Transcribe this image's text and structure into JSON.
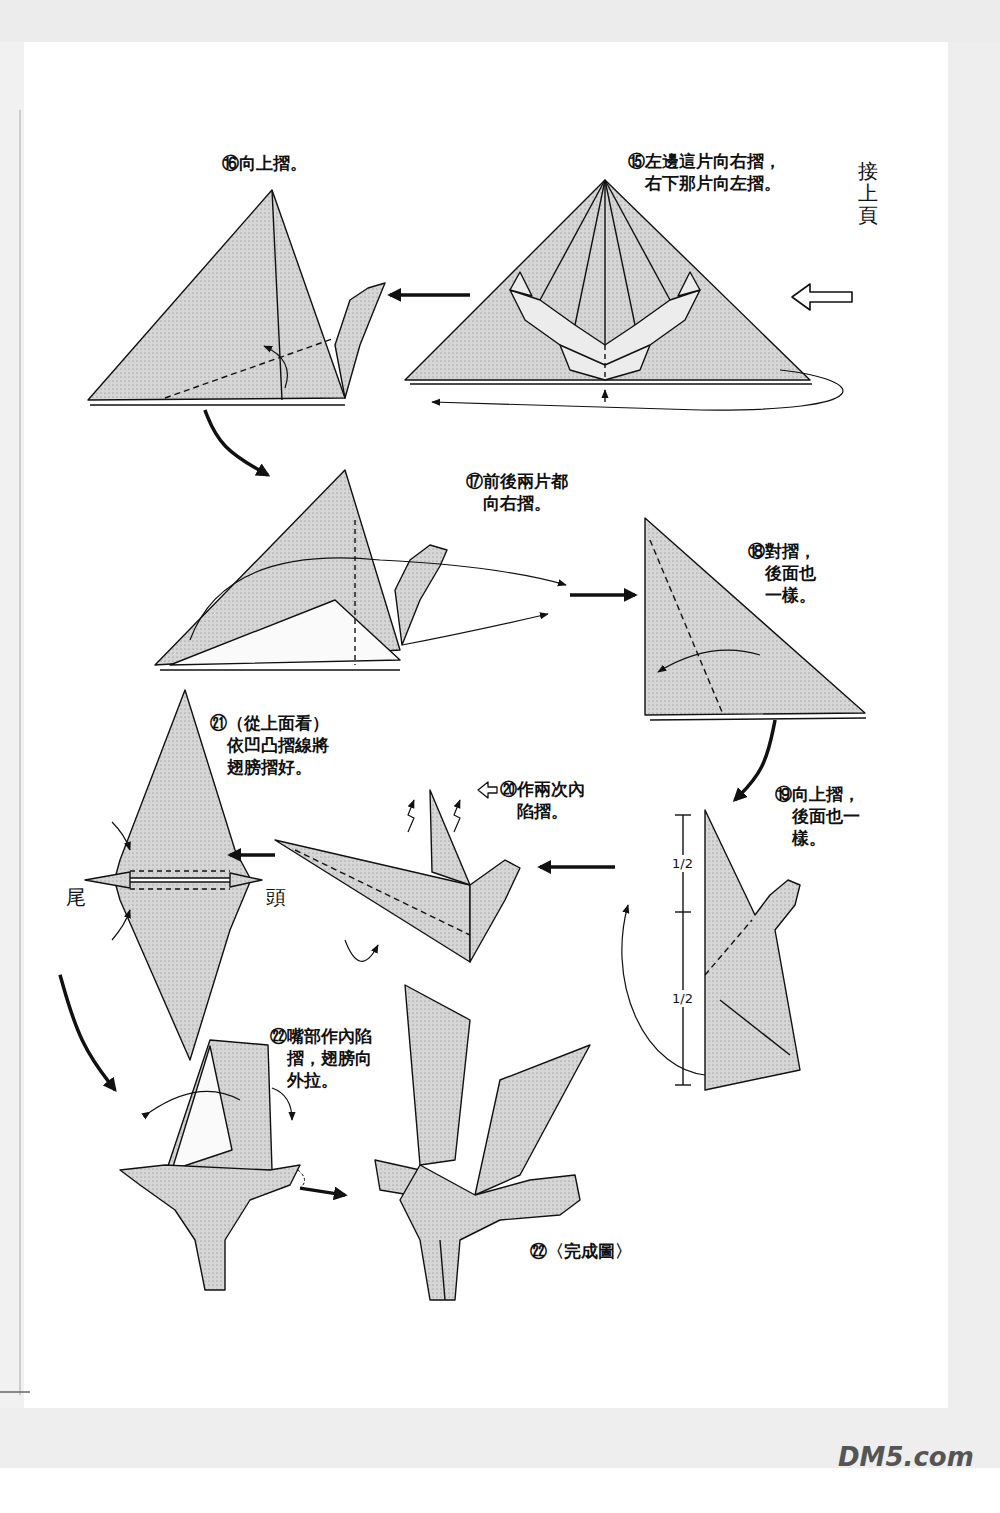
{
  "diagram": {
    "nodes": [
      {
        "text": [
          "⑮左邊這片向右摺， 右下那片向左摺。"
        ]
      },
      {
        "text": [
          "⑯向上摺。"
        ]
      },
      {
        "text": [
          "⑰前後兩片都 向右摺。"
        ]
      },
      {
        "text": [
          "⑱對摺， 後面也 一樣。"
        ]
      },
      {
        "text": [
          "⑲向上摺， 後面也一 樣。"
        ]
      },
      {
        "text": [
          "⑳作兩次內 陷摺。"
        ]
      },
      {
        "text": [
          "㉑（從上面看） 依凹凸摺線將 翅膀摺好。"
        ]
      },
      {
        "text": [
          "㉒嘴部作內陷 摺，翅膀向 外拉。"
        ]
      },
      {
        "text": [
          "㉒〈完成圖〉"
        ]
      }
    ],
    "edges": [
      {
        "from": 0,
        "to": 1,
        "arrow": "to"
      },
      {
        "from": 1,
        "to": 2,
        "arrow": "to"
      },
      {
        "from": 2,
        "to": 3,
        "arrow": "to"
      },
      {
        "from": 3,
        "to": 4,
        "arrow": "to"
      },
      {
        "from": 4,
        "to": 5,
        "arrow": "to"
      },
      {
        "from": 5,
        "to": 6,
        "arrow": "to"
      },
      {
        "from": 6,
        "to": 7,
        "arrow": "to"
      },
      {
        "from": 7,
        "to": 8,
        "arrow": "to"
      }
    ],
    "labels": [
      "接上頁",
      "1/2",
      "1/2",
      "尾",
      "頭",
      "DM5.com"
    ]
  }
}
